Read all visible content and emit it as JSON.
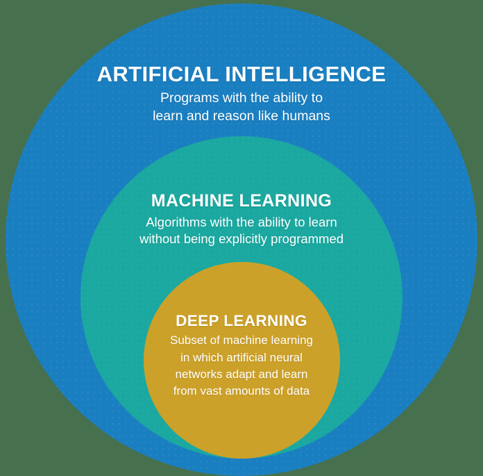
{
  "diagram": {
    "type": "nested-venn",
    "background_color": "#47704f",
    "layers": [
      {
        "id": "artificial-intelligence",
        "title": "ARTIFICIAL INTELLIGENCE",
        "description_lines": [
          "Programs with the ability to",
          "learn and reason like humans"
        ],
        "color": "#1a7fc1",
        "color_name": "blue"
      },
      {
        "id": "machine-learning",
        "title": "MACHINE LEARNING",
        "description_lines": [
          "Algorithms with the ability to learn",
          "without being explicitly programmed"
        ],
        "color": "#1ba8a0",
        "color_name": "teal"
      },
      {
        "id": "deep-learning",
        "title": "DEEP LEARNING",
        "description_lines": [
          "Subset of machine learning",
          "in which artificial neural",
          "networks adapt and learn",
          "from vast amounts of data"
        ],
        "color": "#cca129",
        "color_name": "gold"
      }
    ],
    "text_color": "#ffffff"
  }
}
